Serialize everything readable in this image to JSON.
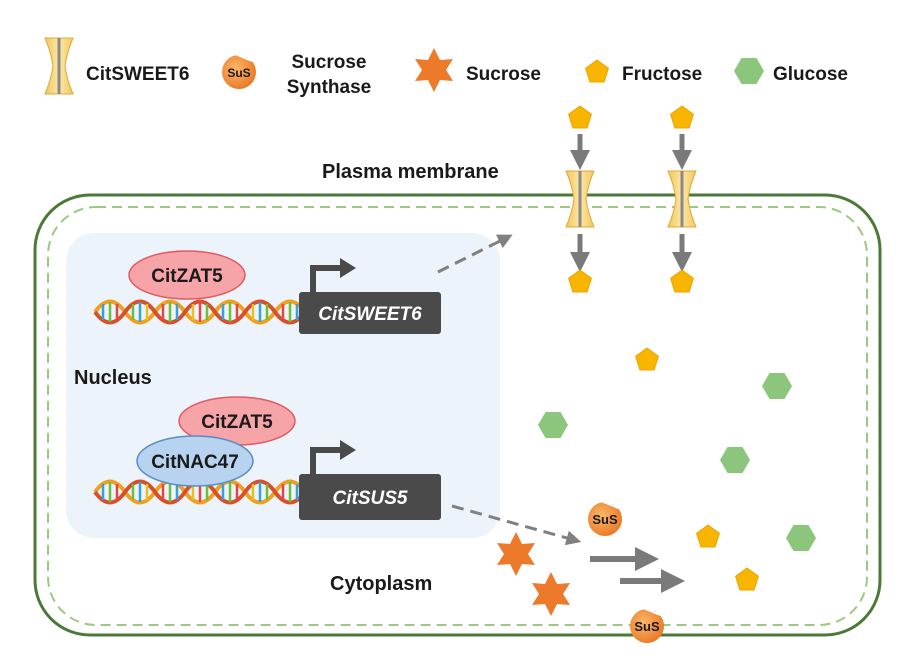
{
  "legend": {
    "citsweet6": "CitSWEET6",
    "sus_badge": "SuS",
    "sucrose_synthase_line1": "Sucrose",
    "sucrose_synthase_line2": "Synthase",
    "sucrose": "Sucrose",
    "fructose": "Fructose",
    "glucose": "Glucose"
  },
  "labels": {
    "plasma_membrane": "Plasma membrane",
    "nucleus": "Nucleus",
    "cytoplasm": "Cytoplasm"
  },
  "genes": {
    "citsweet6": "CitSWEET6",
    "citsus5": "CitSUS5"
  },
  "transcription_factors": {
    "zat5_top": "CitZAT5",
    "zat5_bottom": "CitZAT5",
    "nac47": "CitNAC47"
  },
  "enzymes": {
    "sus_upper": "SuS",
    "sus_lower": "SuS"
  },
  "colors": {
    "cell_wall": "#4a7a35",
    "membrane_dash": "#9cc97f",
    "nucleus_fill": "#edf3fa",
    "zat5_fill": "#f6a4a8",
    "nac47_fill": "#b7d3f0",
    "gene_box": "#4a4a4a",
    "fructose": "#f7b500",
    "glucose": "#8cc67c",
    "sucrose": "#ec7a2a",
    "arrow_gray": "#7a7a7a"
  }
}
